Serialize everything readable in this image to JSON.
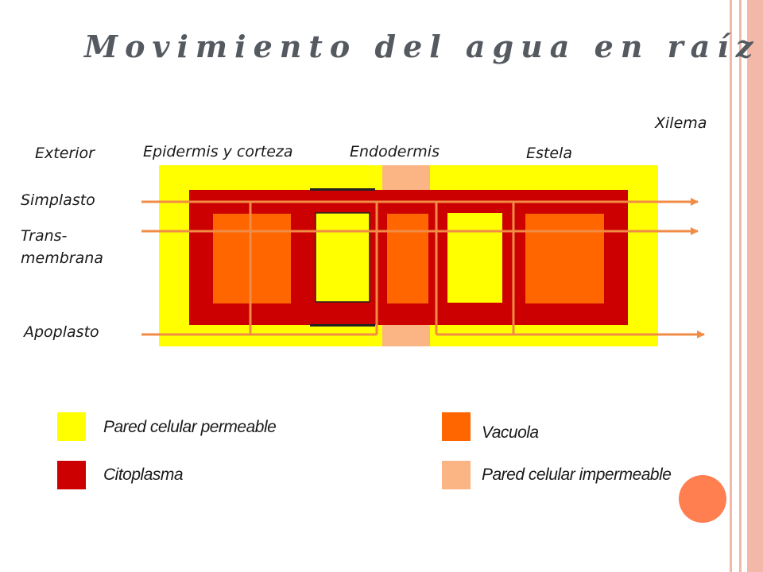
{
  "title": "Movimiento del agua en raíz",
  "regions": {
    "exterior": "Exterior",
    "epidermis": "Epidermis y corteza",
    "endodermis": "Endodermis",
    "estela": "Estela",
    "xilema": "Xilema"
  },
  "pathways": {
    "simplasto": "Simplasto",
    "transmembrana_1": "Trans-",
    "transmembrana_2": "membrana",
    "apoplasto": "Apoplasto"
  },
  "legend": {
    "permeable": "Pared celular permeable",
    "citoplasma": "Citoplasma",
    "vacuola": "Vacuola",
    "impermeable": "Pared celular impermeable"
  },
  "colors": {
    "pared_permeable": "#ffff00",
    "citoplasma": "#cc0000",
    "vacuola": "#ff6600",
    "pared_impermeable": "#fbb584",
    "arrow": "#f08c46",
    "frame": "#f2b8a8",
    "title": "#555a61"
  }
}
